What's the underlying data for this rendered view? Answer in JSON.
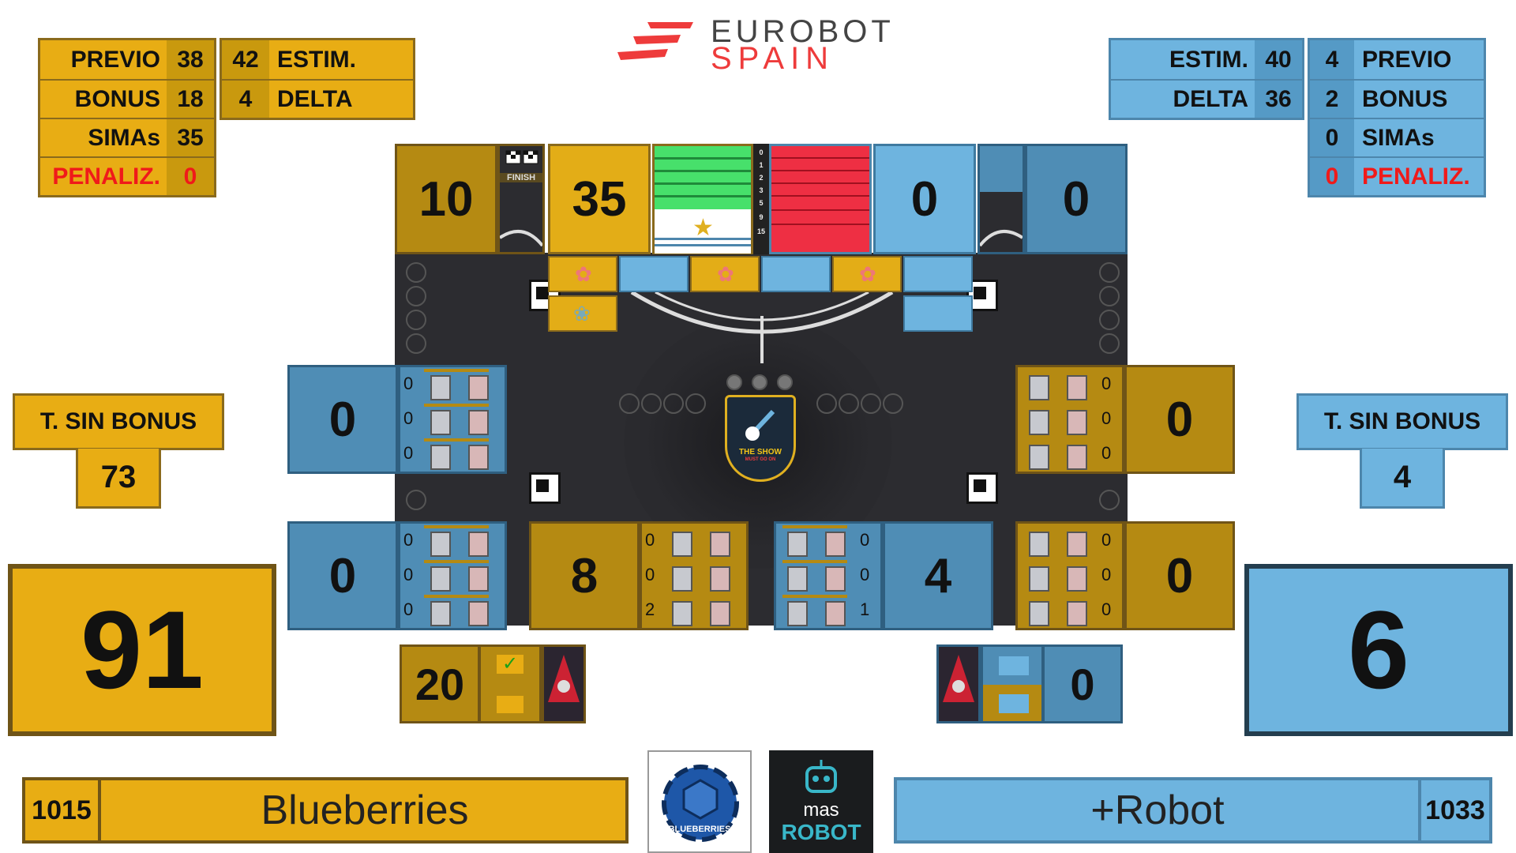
{
  "header": {
    "logo_top": "EUROBOT",
    "logo_bottom": "SPAIN"
  },
  "yellow": {
    "stats": {
      "previo_label": "PREVIO",
      "previo": "38",
      "bonus_label": "BONUS",
      "bonus": "18",
      "simas_label": "SIMAs",
      "simas": "35",
      "penaliz_label": "PENALIZ.",
      "penaliz": "0",
      "estim_label": "ESTIM.",
      "estim": "42",
      "delta_label": "DELTA",
      "delta": "4"
    },
    "sin_bonus_label": "T. SIN BONUS",
    "sin_bonus": "73",
    "total": "91",
    "team_number": "1015",
    "team_name": "Blueberries",
    "pit_score": "20",
    "finish_score": "10",
    "flag_score": "35",
    "zone_scores": {
      "mid_right": "0",
      "bottom_mid": "8",
      "bottom_right": "0"
    },
    "shelves": {
      "mid_right": [
        "0",
        "0",
        "0"
      ],
      "bottom_mid": [
        "0",
        "0",
        "2"
      ],
      "bottom_right": [
        "0",
        "0",
        "0"
      ]
    }
  },
  "blue": {
    "stats": {
      "estim_label": "ESTIM.",
      "estim": "40",
      "delta_label": "DELTA",
      "delta": "36",
      "previo_label": "PREVIO",
      "previo": "4",
      "bonus_label": "BONUS",
      "bonus": "2",
      "simas_label": "SIMAs",
      "simas": "0",
      "penaliz_label": "PENALIZ.",
      "penaliz": "0"
    },
    "sin_bonus_label": "T. SIN BONUS",
    "sin_bonus": "4",
    "total": "6",
    "team_number": "1033",
    "team_name": "+Robot",
    "pit_score": "0",
    "finish_score": "0",
    "flag_score": "0",
    "zone_scores": {
      "mid_left": "0",
      "bottom_left": "0",
      "bottom_mid": "4"
    },
    "shelves": {
      "mid_left": [
        "0",
        "0",
        "0"
      ],
      "bottom_left": [
        "0",
        "0",
        "0"
      ],
      "bottom_mid": [
        "0",
        "0",
        "1"
      ]
    }
  },
  "flag": {
    "finish_label": "FINISH",
    "ladder": [
      "0",
      "1",
      "2",
      "3",
      "5",
      "9",
      "15"
    ]
  },
  "center_logo": {
    "line1": "THE SHOW",
    "line2": "MUST GO ON"
  },
  "logos": {
    "left_team": "BLUEBERRIES",
    "right_team_top": "mas",
    "right_team_bottom": "ROBOT"
  },
  "colors": {
    "yellow": "#e8ad14",
    "blue": "#6eb4df",
    "green": "#47e06b",
    "red": "#ee2f43",
    "penalty_red": "#f01a1a"
  }
}
